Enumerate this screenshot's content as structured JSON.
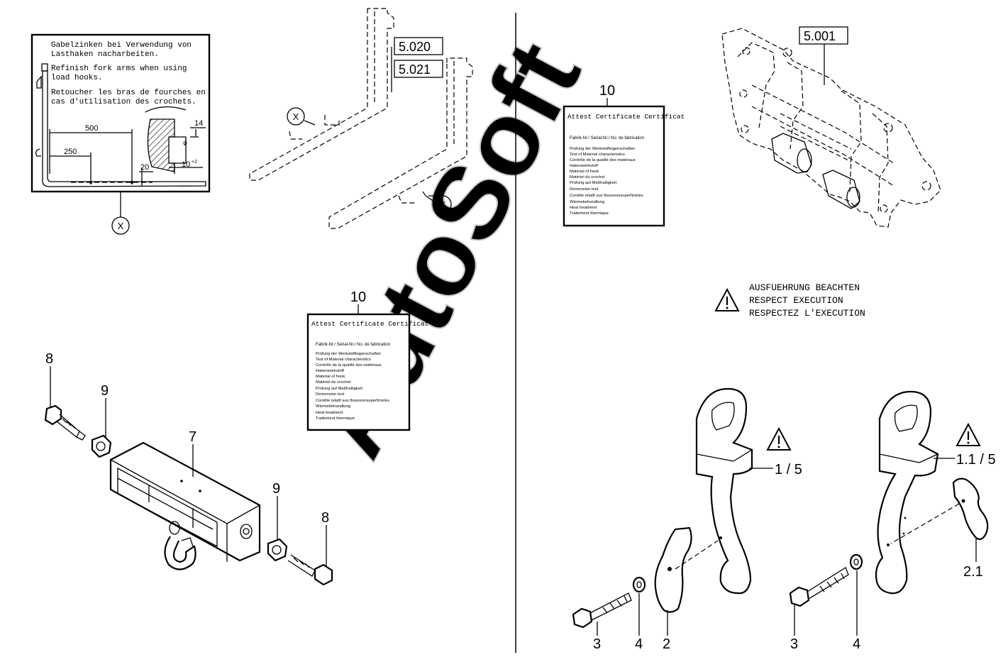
{
  "instruction_box": {
    "de": [
      "Gabelzinken bei Verwendung von",
      "Lasthaken nacharbeiten."
    ],
    "en": [
      "Refinish fork arms when using",
      "load hooks."
    ],
    "fr": [
      "Retoucher les bras de fourches en",
      "cas d'utilisation des crochets."
    ],
    "dim_500": "500",
    "dim_250": "250",
    "dim_20": "20",
    "dim_14": "14",
    "dim_10": "10",
    "dim_10_sup": "+2",
    "detail_marker": "X"
  },
  "fork_callouts": {
    "ref_a": "5.020",
    "ref_b": "5.021",
    "marker": "X"
  },
  "certificate": {
    "heading": "Attest  Certificate  Certificat",
    "serial": "Fabrik-Nr./  Serial-Nr./  No. de fabrication",
    "lines": [
      "Prüfung der Werkstoffeigenschaften",
      "Test of Material characteristics",
      "Contrôle de la qualité des matériaux",
      "Hakenwerkstoff",
      "Material of hook",
      "Matériel du crochet",
      "Prüfung auf Maßhaltigkeit",
      "Demension test",
      "Contôle relatif aux fissuresnsuperficieles",
      "Wärmebehandlung",
      "Heat treatment",
      "Traitement thermique"
    ],
    "item_no": "10"
  },
  "carrier_ref": "5.001",
  "warning": {
    "de": "AUSFUEHRUNG BEACHTEN",
    "en": "RESPECT EXECUTION",
    "fr": "RESPECTEZ L'EXECUTION"
  },
  "part_labels": {
    "bolt_left": "8",
    "nut_left": "9",
    "beam": "7",
    "nut_right": "9",
    "bolt_right": "8",
    "hook_a": "1 / 5",
    "hook_b": "1.1 / 5",
    "plate_b": "2.1",
    "screw_a": "3",
    "washer_a": "4",
    "plate_a": "2",
    "screw_b": "3",
    "washer_b": "4"
  },
  "watermark": "AutoSoft"
}
